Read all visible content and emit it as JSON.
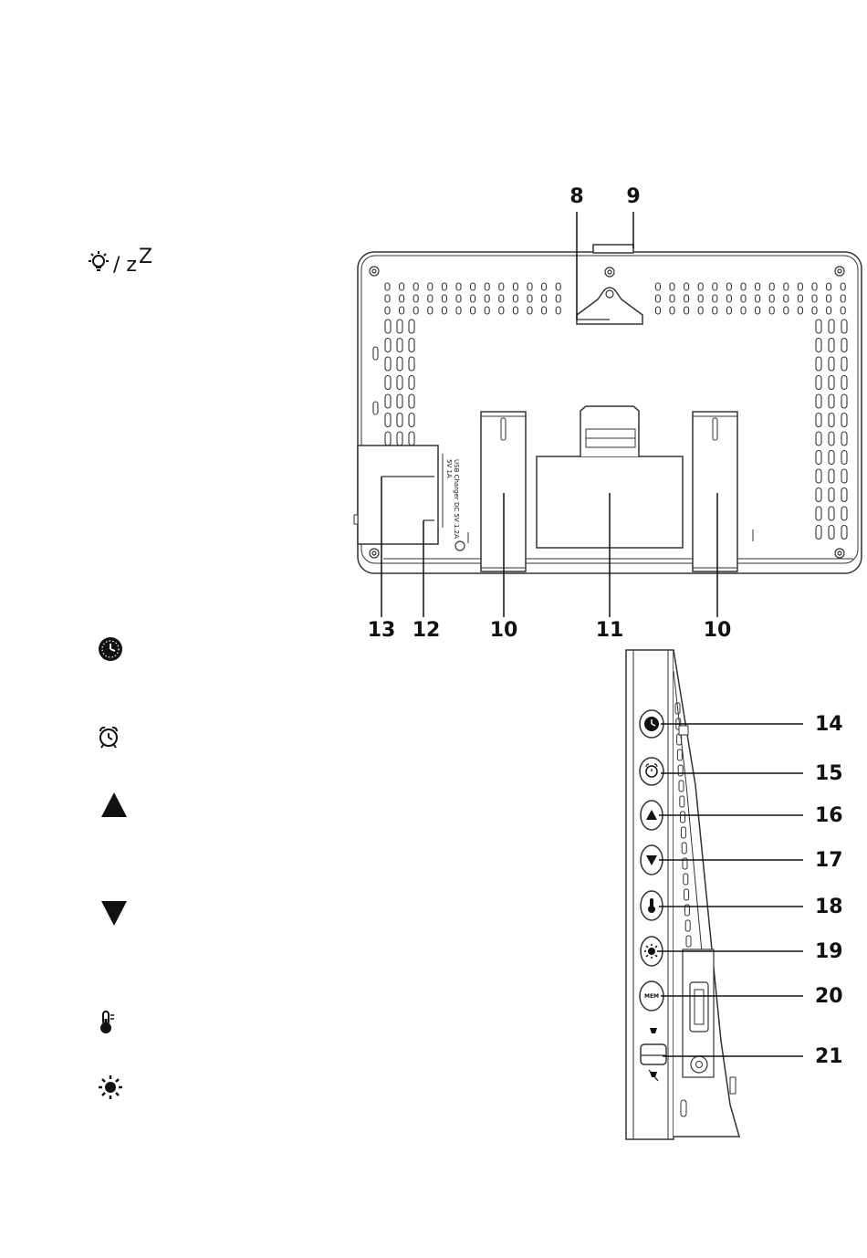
{
  "icons_column": [
    {
      "icon": "light-icon",
      "text": "/ z"
    },
    {
      "icon": "clock-icon"
    },
    {
      "icon": "alarm-icon"
    },
    {
      "icon": "up-triangle-icon"
    },
    {
      "icon": "down-triangle-icon"
    },
    {
      "icon": "thermometer-icon"
    },
    {
      "icon": "brightness-icon"
    }
  ],
  "sleep_superscript": "Z",
  "rear_view": {
    "port_labels": [
      "5V  1A",
      "USB Charger",
      "DC 5V 1.2A"
    ],
    "callouts": [
      "8",
      "9",
      "13",
      "12",
      "10",
      "11",
      "10"
    ]
  },
  "side_view": {
    "mem_label": "MEM",
    "callouts": [
      "14",
      "15",
      "16",
      "17",
      "18",
      "19",
      "20",
      "21"
    ]
  },
  "colors": {
    "line": "#333333",
    "fill": "#ffffff",
    "icon": "#111111"
  }
}
